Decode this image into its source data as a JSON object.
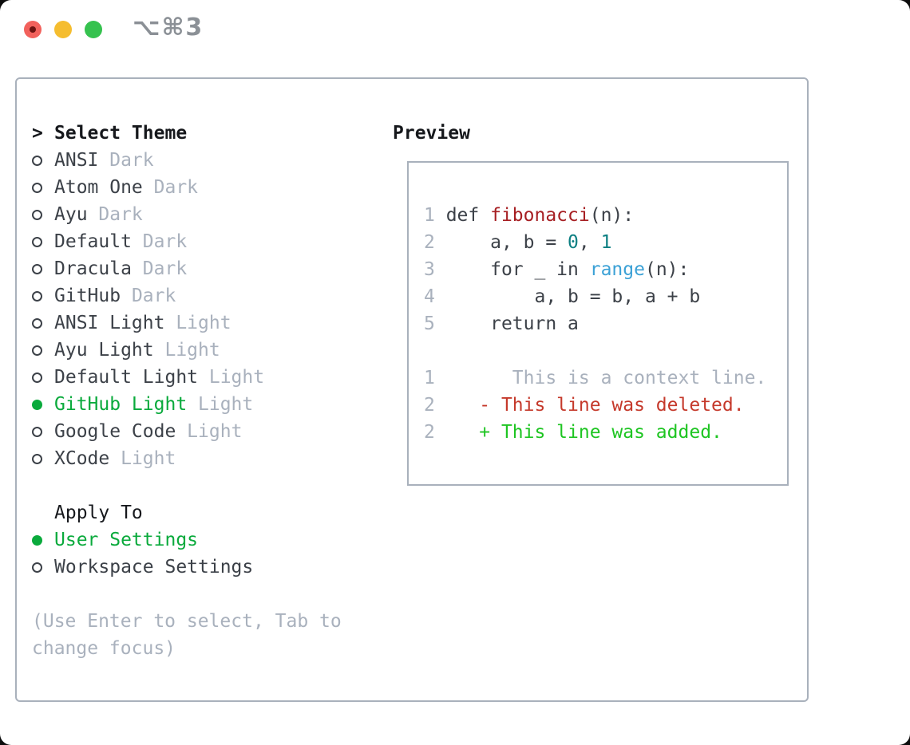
{
  "window": {
    "shortcut_label": "⌥⌘3",
    "traffic_lights": [
      {
        "name": "close",
        "color": "#f2615c"
      },
      {
        "name": "minimize",
        "color": "#f5bd2f"
      },
      {
        "name": "zoom",
        "color": "#36c24f"
      }
    ]
  },
  "theme_menu": {
    "header": "Select Theme",
    "cursor_glyph": ">",
    "items": [
      {
        "name": "ANSI",
        "variant": "Dark",
        "selected": false
      },
      {
        "name": "Atom One",
        "variant": "Dark",
        "selected": false
      },
      {
        "name": "Ayu",
        "variant": "Dark",
        "selected": false
      },
      {
        "name": "Default",
        "variant": "Dark",
        "selected": false
      },
      {
        "name": "Dracula",
        "variant": "Dark",
        "selected": false
      },
      {
        "name": "GitHub",
        "variant": "Dark",
        "selected": false
      },
      {
        "name": "ANSI Light",
        "variant": "Light",
        "selected": false
      },
      {
        "name": "Ayu Light",
        "variant": "Light",
        "selected": false
      },
      {
        "name": "Default Light",
        "variant": "Light",
        "selected": false
      },
      {
        "name": "GitHub Light",
        "variant": "Light",
        "selected": true
      },
      {
        "name": "Google Code",
        "variant": "Light",
        "selected": false
      },
      {
        "name": "XCode",
        "variant": "Light",
        "selected": false
      }
    ]
  },
  "apply_to": {
    "header": "Apply To",
    "items": [
      {
        "name": "User Settings",
        "selected": true
      },
      {
        "name": "Workspace Settings",
        "selected": false
      }
    ]
  },
  "hint_lines": [
    "(Use Enter to select, Tab to",
    "change focus)"
  ],
  "preview": {
    "header": "Preview",
    "code_lines": [
      {
        "num": "1",
        "tokens": [
          {
            "t": "def ",
            "c": "plain"
          },
          {
            "t": "fibonacci",
            "c": "function"
          },
          {
            "t": "(n):",
            "c": "plain"
          }
        ]
      },
      {
        "num": "2",
        "tokens": [
          {
            "t": "    a, b = ",
            "c": "plain"
          },
          {
            "t": "0",
            "c": "number"
          },
          {
            "t": ", ",
            "c": "plain"
          },
          {
            "t": "1",
            "c": "number"
          }
        ]
      },
      {
        "num": "3",
        "tokens": [
          {
            "t": "    for _ in ",
            "c": "plain"
          },
          {
            "t": "range",
            "c": "builtin"
          },
          {
            "t": "(n):",
            "c": "plain"
          }
        ]
      },
      {
        "num": "4",
        "tokens": [
          {
            "t": "        a, b = b, a + b",
            "c": "plain"
          }
        ]
      },
      {
        "num": "5",
        "tokens": [
          {
            "t": "    return a",
            "c": "plain"
          }
        ]
      },
      {
        "num": "",
        "tokens": []
      },
      {
        "num": "1",
        "tokens": [
          {
            "t": "      This is a context line.",
            "c": "context"
          }
        ]
      },
      {
        "num": "2",
        "tokens": [
          {
            "t": "   - This line was deleted.",
            "c": "deleted"
          }
        ]
      },
      {
        "num": "2",
        "tokens": [
          {
            "t": "   + This line was added.",
            "c": "added"
          }
        ]
      }
    ]
  },
  "colors": {
    "selected_green": "#0aaa3c",
    "diff_added_green": "#1ec522",
    "diff_deleted_red": "#c5392b",
    "function_red": "#a61e22",
    "number_teal": "#0c7f82",
    "builtin_blue": "#3ba1d6",
    "text_dark": "#3c4148",
    "muted_gray": "#a9b1bd",
    "border_gray": "#a9b1bc",
    "heading_black": "#16181c"
  }
}
